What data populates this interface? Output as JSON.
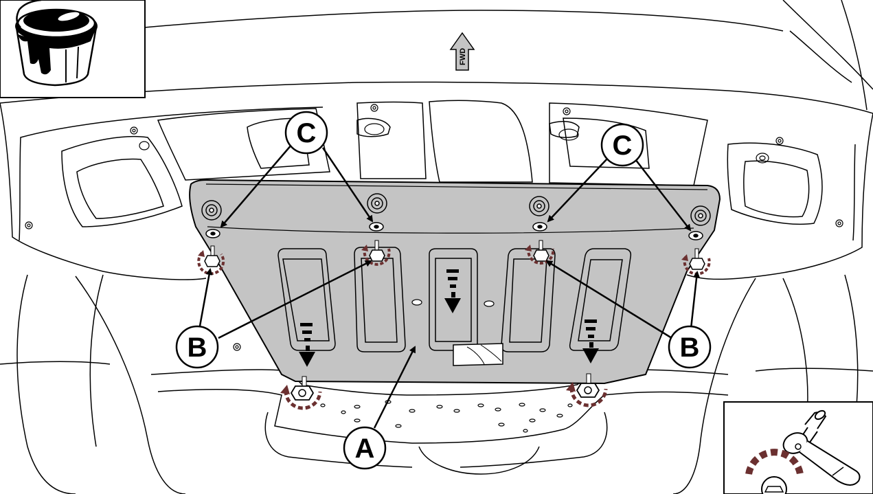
{
  "diagram": {
    "forward_label": "FWD",
    "callouts": {
      "a": "A",
      "b": "B",
      "c": "C"
    },
    "colors": {
      "skid_plate": "#c4c4c4",
      "line": "#000000",
      "rotation_arrow": "#6b3030",
      "background": "#ffffff"
    },
    "icons": {
      "top_left_inset": "paint-can-icon",
      "bottom_right_inset": "socket-wrench-icon"
    }
  }
}
